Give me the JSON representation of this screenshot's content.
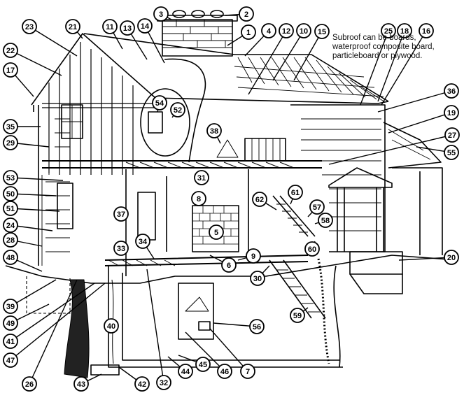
{
  "note": "Subroof can be boards, waterproof composite board, particleboard or plywood.",
  "callouts": [
    "1",
    "2",
    "3",
    "4",
    "5",
    "6",
    "7",
    "8",
    "9",
    "10",
    "11",
    "12",
    "13",
    "14",
    "15",
    "16",
    "17",
    "18",
    "19",
    "20",
    "21",
    "22",
    "23",
    "24",
    "25",
    "26",
    "27",
    "28",
    "29",
    "30",
    "31",
    "32",
    "33",
    "34",
    "35",
    "36",
    "37",
    "38",
    "39",
    "40",
    "41",
    "42",
    "43",
    "44",
    "45",
    "46",
    "47",
    "48",
    "49",
    "50",
    "51",
    "52",
    "53",
    "54",
    "55",
    "56",
    "57",
    "58",
    "59",
    "60",
    "61",
    "62"
  ]
}
